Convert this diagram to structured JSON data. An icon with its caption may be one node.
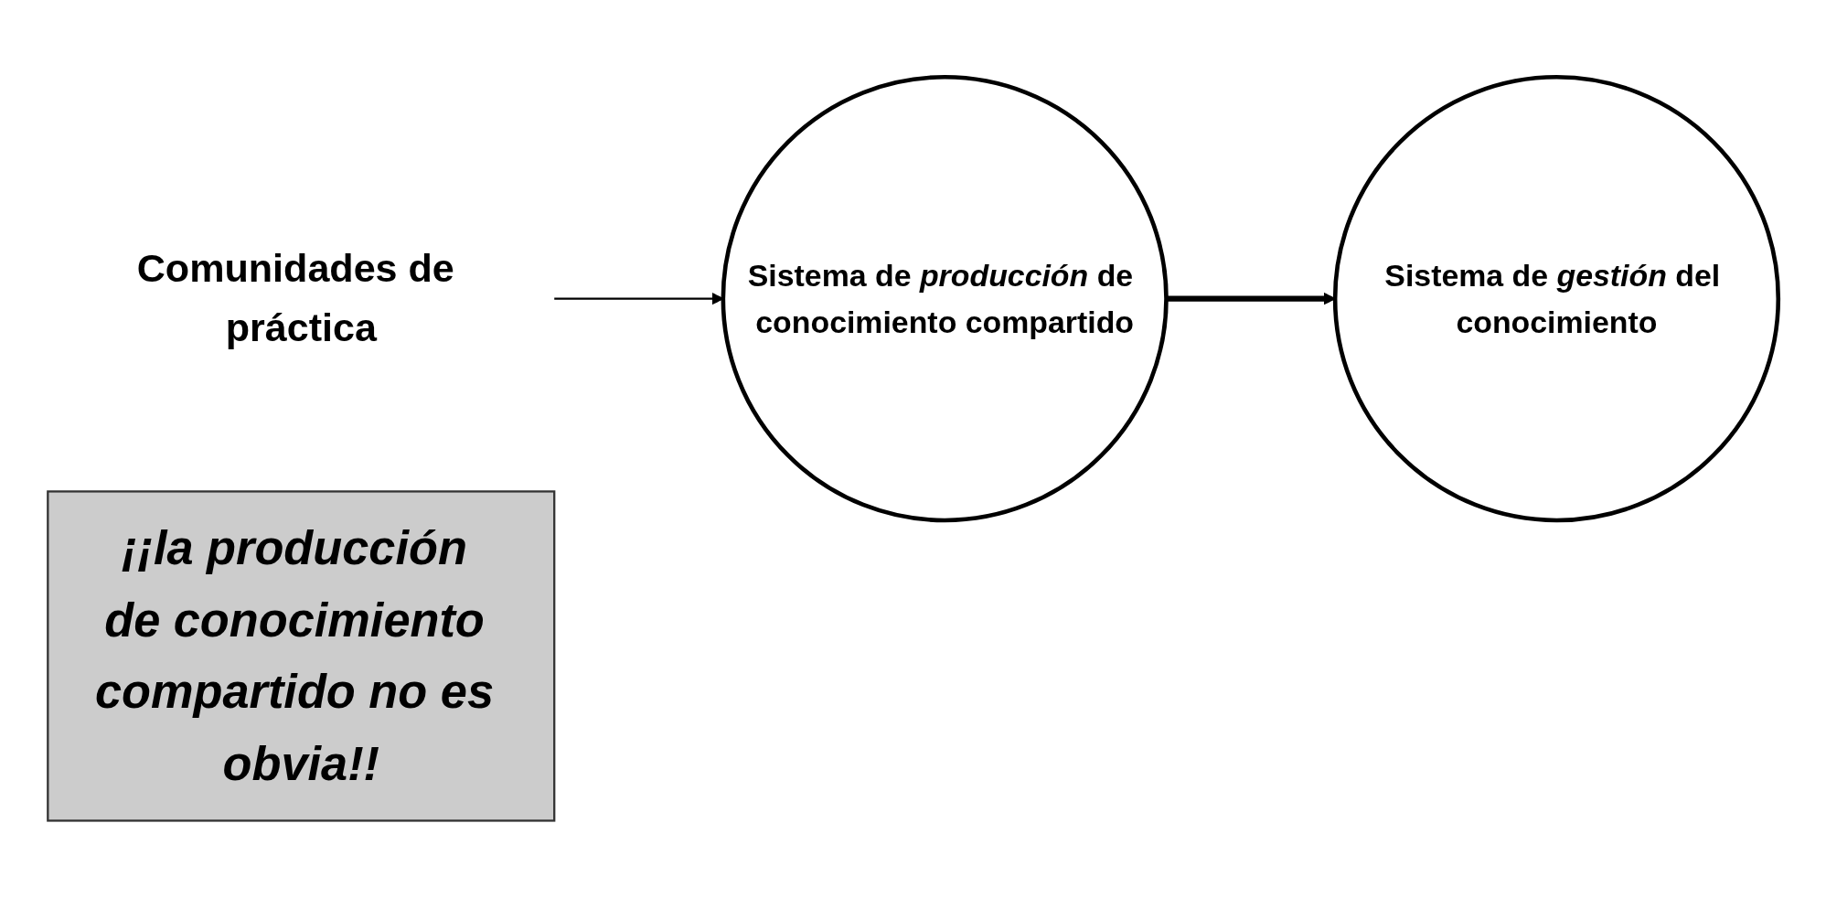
{
  "diagram": {
    "nodes": [
      {
        "text": [
          "Sistema de *producción* de conocimiento compartido"
        ]
      },
      {
        "text": [
          "Sistema de *gestión* del conocimiento"
        ]
      },
      {
        "text": [
          "Comunidades de práctica"
        ]
      },
      {
        "text": [
          "¡¡la producción de conocimiento compartido no es obvia!!"
        ]
      }
    ],
    "edges": [
      {
        "from": 0,
        "to": 1,
        "arrow": "to",
        "style": "thick"
      },
      {
        "from": 2,
        "to": 0,
        "arrow": "to"
      }
    ]
  }
}
